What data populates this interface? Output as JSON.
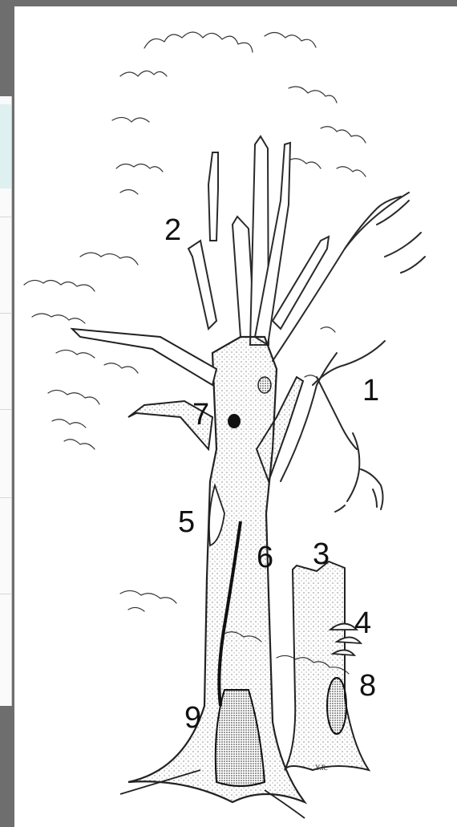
{
  "labels": {
    "n1": "1",
    "n2": "2",
    "n3": "3",
    "n4": "4",
    "n5": "5",
    "n6": "6",
    "n7": "7",
    "n8": "8",
    "n9": "9"
  },
  "signature": "Y.R.",
  "colors": {
    "ink": "#222222",
    "background": "#ffffff",
    "frame": "#6e6e6e"
  }
}
